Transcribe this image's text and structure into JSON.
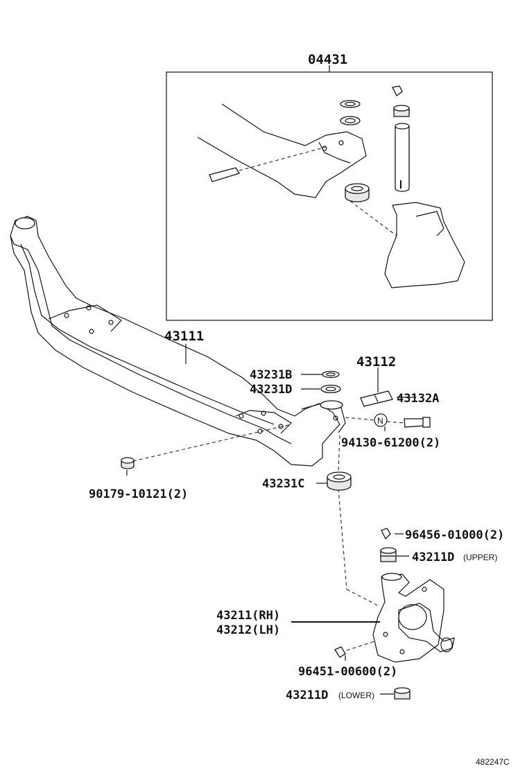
{
  "labels": {
    "kit": "04431",
    "axle_beam": "43111",
    "shim_b": "43231B",
    "shim_d": "43231D",
    "king_pin": "43112",
    "lock_pin": "43132A",
    "nut_symbol": "N",
    "nut_part": "94130-61200(2)",
    "plug": "90179-10121(2)",
    "bearing": "43231C",
    "grease_fitting_upper": "96456-01000(2)",
    "bushing_upper": "43211D",
    "bushing_upper_note": "(UPPER)",
    "knuckle_rh": "43211(RH)",
    "knuckle_lh": "43212(LH)",
    "grease_fitting_lower": "96451-00600(2)",
    "bushing_lower": "43211D",
    "bushing_lower_note": "(LOWER)",
    "figure_code": "482247C"
  },
  "colors": {
    "line": "#111111",
    "background": "#ffffff"
  }
}
